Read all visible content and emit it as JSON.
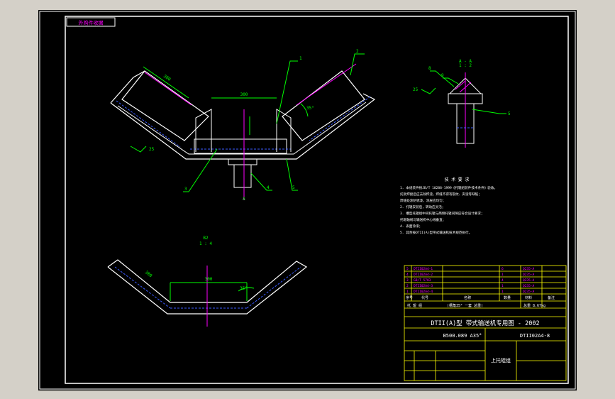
{
  "colors": {
    "background": "#000000",
    "window": "#d4d0c8",
    "frame": "#ffffff",
    "outline": "#ffffff",
    "dimension": "#00ff00",
    "centerline": "#ff00ff",
    "hidden_line": "#3b5bff",
    "title_text": "#ffffff",
    "table_line": "#ffff00",
    "annotation": "#ff00ff"
  },
  "stamp_label": "外购件收据",
  "main_view": {
    "dim_top": "300",
    "dim_left_roll": "380",
    "dim_angle": "35°",
    "balloons": [
      "1",
      "2",
      "3",
      "4",
      "5"
    ],
    "section_mark": "A",
    "roughness": "25"
  },
  "section_view": {
    "title": "A - A",
    "scale": "1 : 2",
    "balloons": [
      "8",
      "9",
      "5"
    ],
    "roughness": "25"
  },
  "lower_view": {
    "title": "B2",
    "scale": "1 : 4",
    "dim_mid": "300",
    "dim_left": "380",
    "dim_angle": "35°"
  },
  "notes": {
    "heading": "技 术 要 求",
    "lines": [
      "1. 本组装件按JB/T 10288-1999《托辊组装件技术条件》验收。",
      "   托架焊接后应去除焊渣，焊缝不得有裂纹、夹渣等缺陷；",
      "   焊缝处涂防锈漆，涂层应均匀；",
      "2. 托辊安装后，转动应灵活；",
      "3. 槽型托辊组中间托辊与两侧托辊间隙应符合设计要求；",
      "   托辊轴线与输送机中心线垂直；",
      "4. 表面涂漆；",
      "5. 其余按DTII(A)型带式输送机技术规范执行。"
    ]
  },
  "parts_table": {
    "rows": [
      [
        "5",
        "DTII02A4-1",
        "6",
        "Q235-A",
        "",
        ""
      ],
      [
        "4",
        "DTII02A4-2",
        "1",
        "Q235-A",
        "",
        ""
      ],
      [
        "3",
        "GB/T 5783",
        "4",
        "Q235-A",
        "",
        ""
      ],
      [
        "2",
        "DTII02A4-3",
        "1",
        "Q235-A",
        "",
        ""
      ],
      [
        "1",
        "DTII02A4-4",
        "1",
        "Q235-A",
        "",
        ""
      ]
    ],
    "header": [
      "序号",
      "代号",
      "名称",
      "数量",
      "材料",
      "备注"
    ],
    "summary_left": "托 辊 组",
    "summary_mid": "(槽角35° 一套 总重)",
    "summary_right": "总重 8.67kg",
    "series_title": "DTII(A)型 带式输送机专用图 - 2002",
    "code": "B500.089 A35°",
    "drawing_no": "DTII02A4-8",
    "part_name": "上托辊组"
  }
}
